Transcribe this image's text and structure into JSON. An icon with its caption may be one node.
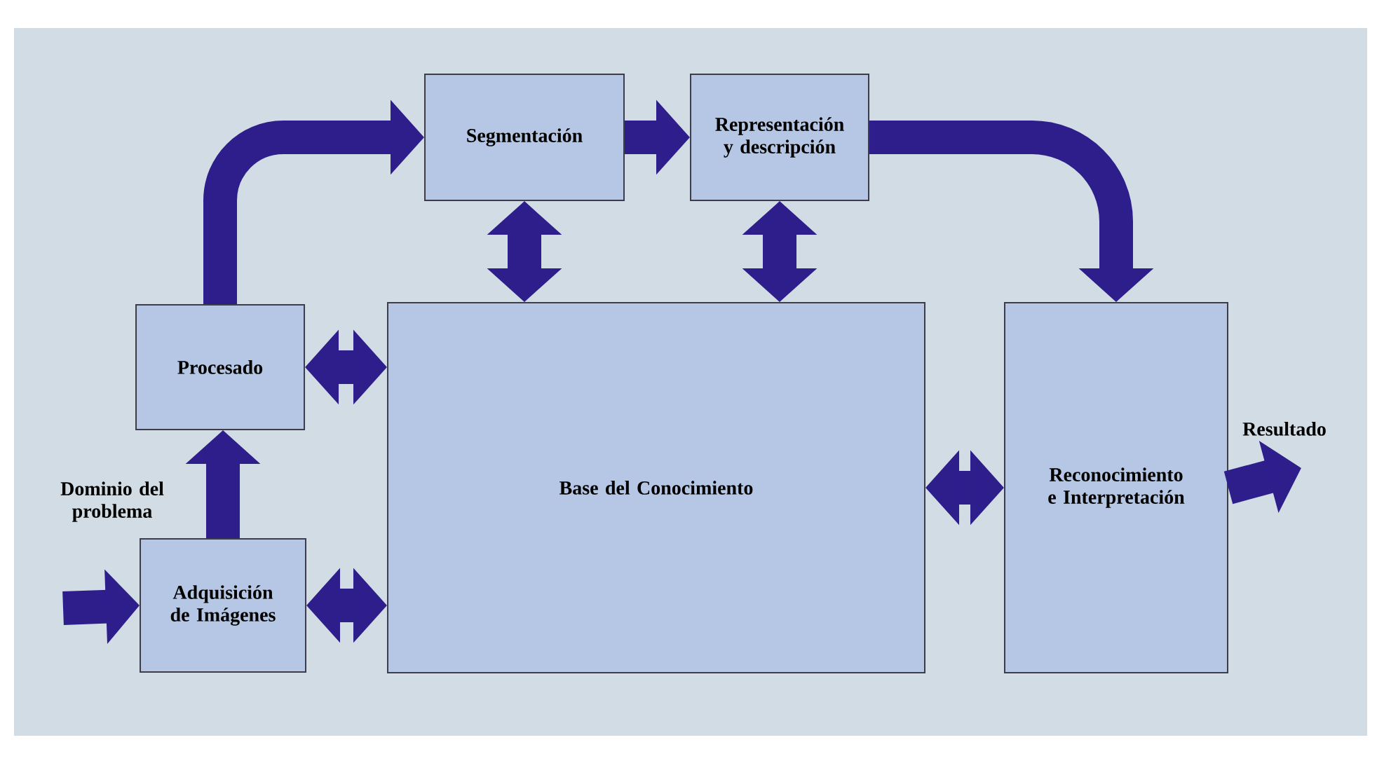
{
  "diagram": {
    "nodes": [
      {
        "text": [
          "Segmentación"
        ]
      },
      {
        "text": [
          "Representación y descripción"
        ]
      },
      {
        "text": [
          "Procesado"
        ]
      },
      {
        "text": [
          "Base del Conocimiento"
        ]
      },
      {
        "text": [
          "Reconocimiento e Interpretación"
        ]
      },
      {
        "text": [
          "Adquisición de Imágenes"
        ]
      }
    ],
    "edges": [
      {
        "from": 2,
        "to": 0,
        "arrow": "to"
      },
      {
        "from": 0,
        "to": 1,
        "arrow": "to"
      },
      {
        "from": 1,
        "to": 4,
        "arrow": "to"
      },
      {
        "from": 0,
        "to": 3,
        "arrow": "both"
      },
      {
        "from": 1,
        "to": 3,
        "arrow": "both"
      },
      {
        "from": 2,
        "to": 3,
        "arrow": "both"
      },
      {
        "from": 5,
        "to": 3,
        "arrow": "both"
      },
      {
        "from": 3,
        "to": 4,
        "arrow": "both"
      },
      {
        "from": 5,
        "to": 2,
        "arrow": "to"
      },
      {
        "from": null,
        "to": 5,
        "arrow": "to"
      },
      {
        "from": 4,
        "to": null,
        "arrow": "to",
        "label": "Resultado"
      }
    ],
    "labels": [
      "Dominio del problema"
    ]
  }
}
